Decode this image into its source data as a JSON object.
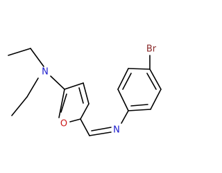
{
  "colors": {
    "background": "#ffffff",
    "bond": "#000000",
    "nitrogen": "#1a1acc",
    "oxygen": "#cc1a1a",
    "bromine": "#8a2a2a"
  },
  "molecule": {
    "atoms": {
      "br": {
        "symbol": "Br",
        "element": "bromine"
      },
      "n_amine": {
        "symbol": "N",
        "element": "nitrogen"
      },
      "o_furan": {
        "symbol": "O",
        "element": "oxygen"
      },
      "n_imine": {
        "symbol": "N",
        "element": "nitrogen"
      }
    }
  }
}
